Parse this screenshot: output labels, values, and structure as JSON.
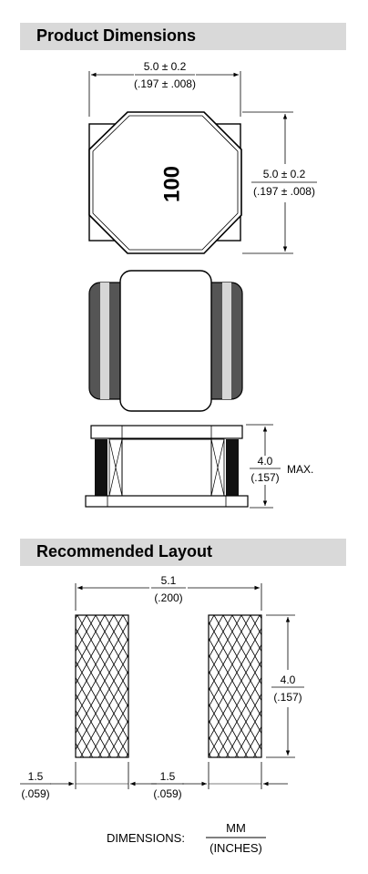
{
  "sections": {
    "product_dimensions": "Product Dimensions",
    "recommended_layout": "Recommended Layout"
  },
  "part_marking": "100",
  "top_view": {
    "width_mm": "5.0 ± 0.2",
    "width_in": "(.197 ± .008)",
    "height_mm": "5.0 ± 0.2",
    "height_in": "(.197 ± .008)"
  },
  "side_view": {
    "height_mm": "4.0",
    "height_in": "(.157)",
    "suffix": "MAX."
  },
  "layout": {
    "total_width_mm": "5.1",
    "total_width_in": "(.200)",
    "pad_height_mm": "4.0",
    "pad_height_in": "(.157)",
    "pad_left_width_mm": "1.5",
    "pad_left_width_in": "(.059)",
    "pad_right_width_mm": "1.5",
    "pad_right_width_in": "(.059)"
  },
  "units_legend": {
    "label": "DIMENSIONS:",
    "numerator": "MM",
    "denominator": "(INCHES)"
  },
  "colors": {
    "header_bg": "#d9d9d9",
    "winding_dark": "#555555",
    "line": "#000000"
  }
}
